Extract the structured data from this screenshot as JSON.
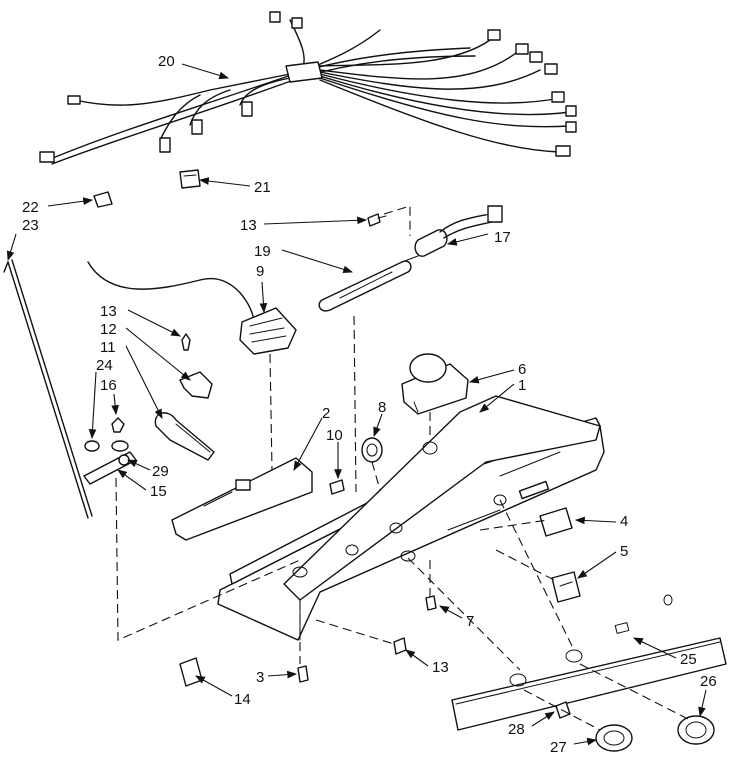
{
  "diagram": {
    "callouts": [
      "20",
      "21",
      "22",
      "23",
      "13",
      "19",
      "9",
      "17",
      "12",
      "11",
      "24",
      "16",
      "29",
      "15",
      "2",
      "10",
      "8",
      "6",
      "1",
      "4",
      "5",
      "7",
      "3",
      "14",
      "13",
      "25",
      "26",
      "28",
      "27"
    ]
  }
}
